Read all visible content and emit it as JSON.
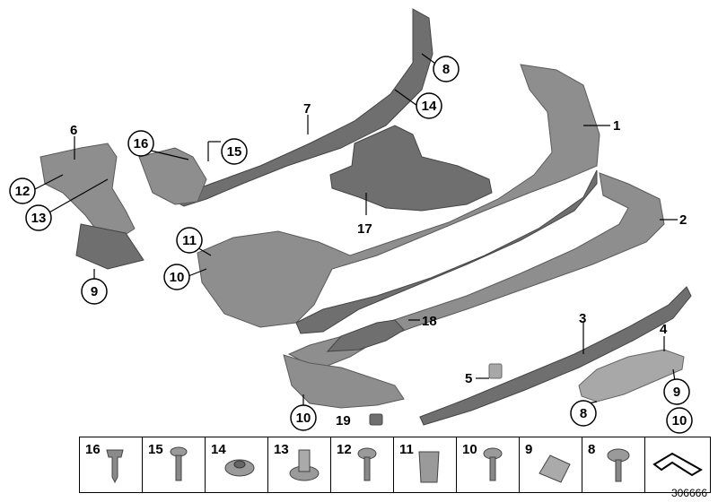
{
  "callouts": {
    "c1": "1",
    "c2": "2",
    "c3": "3",
    "c4": "4",
    "c5": "5",
    "c6": "6",
    "c7": "7",
    "c8a": "8",
    "c8b": "8",
    "c9a": "9",
    "c9b": "9",
    "c10a": "10",
    "c10b": "10",
    "c10c": "10",
    "c11": "11",
    "c12": "12",
    "c13": "13",
    "c14": "14",
    "c15": "15",
    "c16": "16",
    "c17": "17",
    "c18": "18",
    "c19": "19"
  },
  "legend": {
    "items": [
      "16",
      "15",
      "14",
      "13",
      "12",
      "11",
      "10",
      "9",
      "8"
    ]
  },
  "diagram_number": "306666"
}
